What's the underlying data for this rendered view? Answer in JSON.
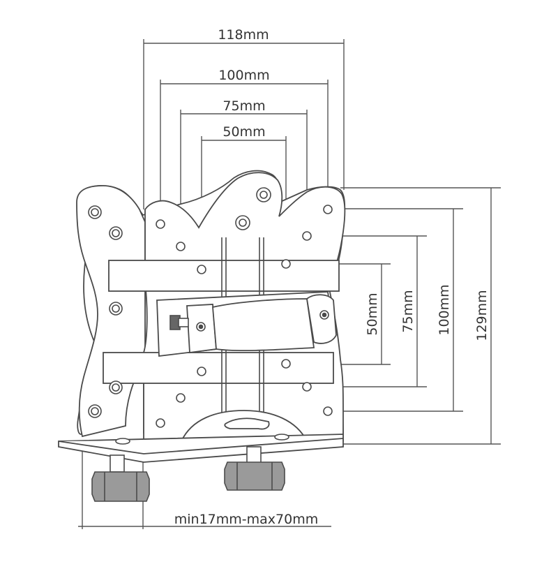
{
  "colors": {
    "background": "#ffffff",
    "stroke": "#4a4a4a",
    "dimension_line": "#555555",
    "plate_fill": "#ffffff",
    "knob_fill": "#9a9a9a",
    "text": "#333333"
  },
  "dimensions": {
    "horizontal": [
      {
        "id": "118",
        "label": "118mm"
      },
      {
        "id": "100",
        "label": "100mm"
      },
      {
        "id": "75",
        "label": "75mm"
      },
      {
        "id": "50",
        "label": "50mm"
      }
    ],
    "vertical": [
      {
        "id": "50",
        "label": "50mm"
      },
      {
        "id": "75",
        "label": "75mm"
      },
      {
        "id": "100",
        "label": "100mm"
      },
      {
        "id": "129",
        "label": "129mm"
      }
    ],
    "clamp_range": {
      "label": "min17mm-max70mm"
    }
  }
}
